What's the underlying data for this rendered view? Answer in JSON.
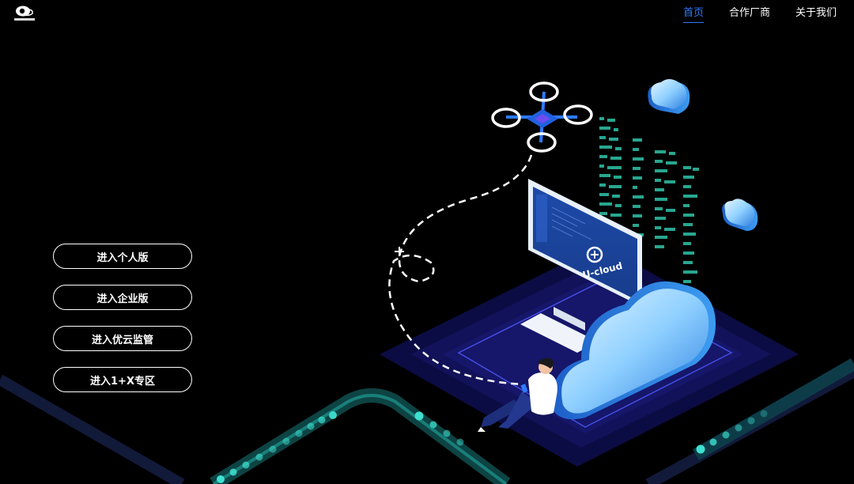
{
  "nav": {
    "items": [
      {
        "label": "首页",
        "active": true
      },
      {
        "label": "合作厂商",
        "active": false
      },
      {
        "label": "关于我们",
        "active": false
      }
    ]
  },
  "entries": [
    {
      "label": "进入个人版"
    },
    {
      "label": "进入企业版"
    },
    {
      "label": "进入优云监管"
    },
    {
      "label": "进入1+X专区"
    }
  ],
  "monitor": {
    "brand": "U-cloud"
  },
  "colors": {
    "background": "#000000",
    "nav_active": "#2f7bff",
    "accent_cyan": "#3ee0d0",
    "platform_navy": "#12125a"
  }
}
